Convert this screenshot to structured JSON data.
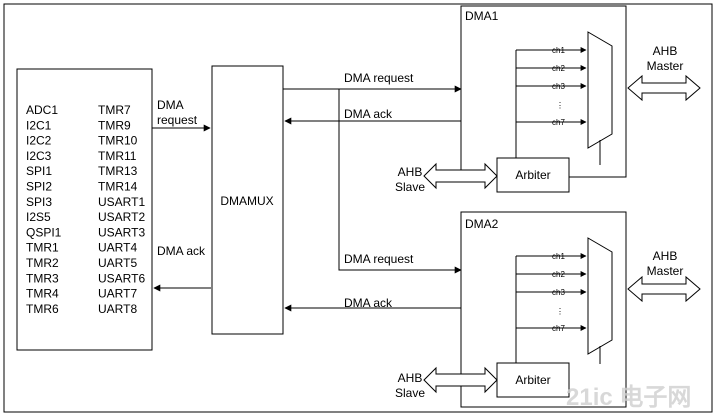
{
  "peripherals": {
    "col1": [
      "ADC1",
      "I2C1",
      "I2C2",
      "I2C3",
      "SPI1",
      "SPI2",
      "SPI3",
      "I2S5",
      "QSPI1",
      "TMR1",
      "TMR2",
      "TMR3",
      "TMR4",
      "TMR6"
    ],
    "col2": [
      "TMR7",
      "TMR9",
      "TMR10",
      "TMR11",
      "TMR13",
      "TMR14",
      "USART1",
      "USART2",
      "USART3",
      "UART4",
      "UART5",
      "USART6",
      "UART7",
      "UART8"
    ]
  },
  "dmamux": {
    "label": "DMAMUX"
  },
  "links": {
    "dma_request_line1": "DMA",
    "dma_request_line2": "request",
    "dma_ack_left": "DMA ack",
    "dma1_request": "DMA request",
    "dma1_ack": "DMA ack",
    "dma2_request": "DMA request",
    "dma2_ack": "DMA ack"
  },
  "dma1": {
    "title": "DMA1",
    "channels": [
      "ch1",
      "ch2",
      "ch3",
      "ch7"
    ],
    "dots": "⋮",
    "arbiter": "Arbiter",
    "slave_line1": "AHB",
    "slave_line2": "Slave",
    "master_line1": "AHB",
    "master_line2": "Master"
  },
  "dma2": {
    "title": "DMA2",
    "channels": [
      "ch1",
      "ch2",
      "ch3",
      "ch7"
    ],
    "dots": "⋮",
    "arbiter": "Arbiter",
    "slave_line1": "AHB",
    "slave_line2": "Slave",
    "master_line1": "AHB",
    "master_line2": "Master"
  },
  "watermark": "21ic 电子网"
}
